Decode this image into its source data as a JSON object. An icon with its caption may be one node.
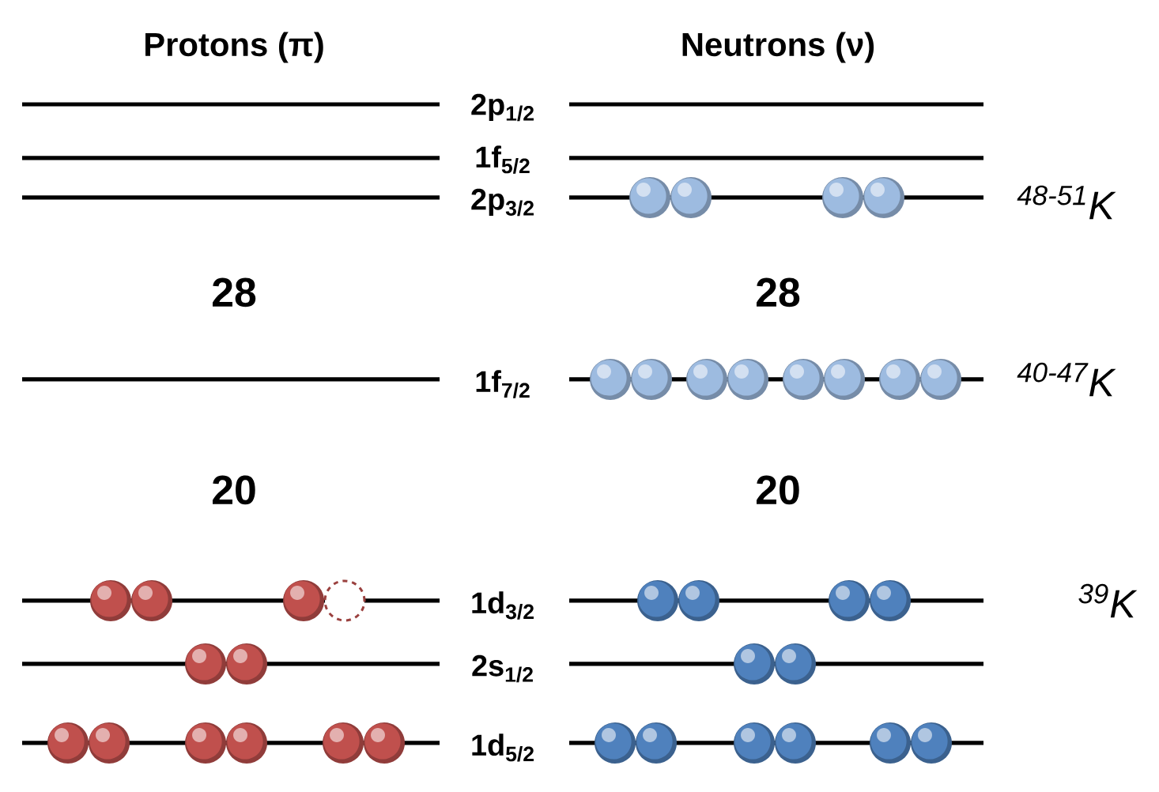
{
  "diagram": {
    "labels": [
      "Protons (π)",
      "Neutrons (ν)",
      "2p$_{1/2}$",
      "1f$_{5/2}$",
      "2p$_{3/2}$",
      "$^{48-51}$K",
      "28",
      "28",
      "1f$_{7/2}$",
      "$^{40-47}$K",
      "20",
      "20",
      "1d$_{3/2}$",
      "$^{39}$K",
      "2s$_{1/2}$",
      "1d$_{5/2}$"
    ]
  }
}
